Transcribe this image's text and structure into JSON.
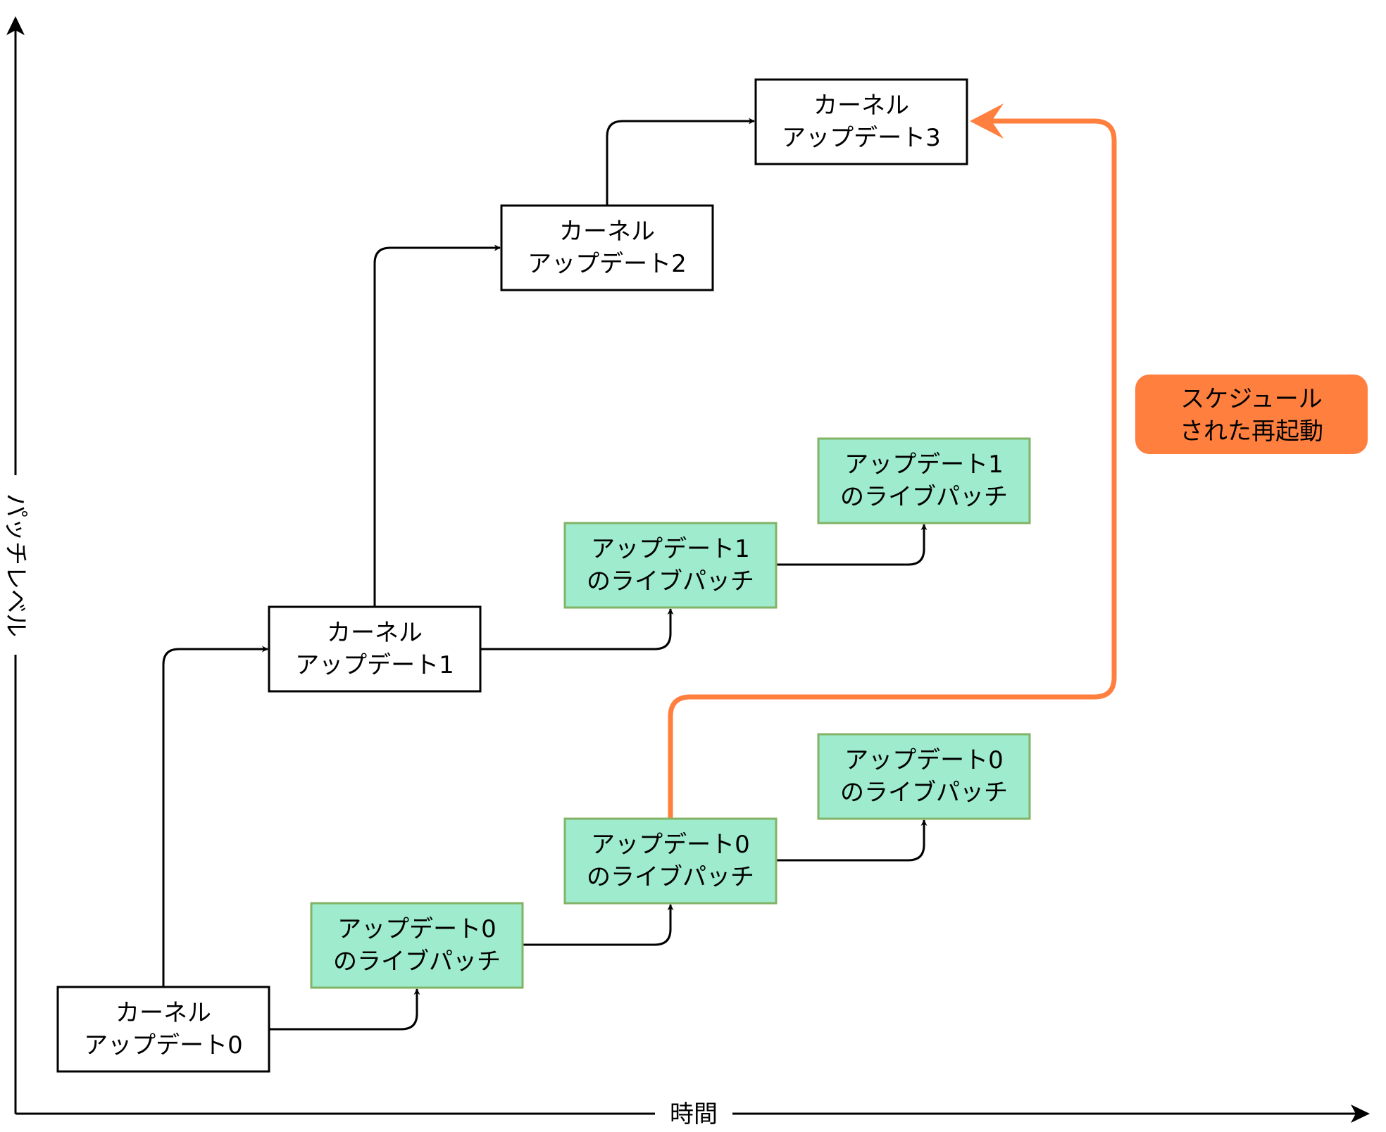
{
  "axes": {
    "x_label": "時間",
    "y_label": "パッチレベル"
  },
  "colors": {
    "kernel_fill": "#ffffff",
    "kernel_stroke": "#000000",
    "livepatch_fill": "#9eebcd",
    "livepatch_stroke": "#82b366",
    "reboot_accent": "#ff7f3f",
    "edge": "#000000"
  },
  "nodes": [
    {
      "id": "k0",
      "type": "kernel",
      "lines": [
        "カーネル",
        "アップデート0"
      ]
    },
    {
      "id": "k1",
      "type": "kernel",
      "lines": [
        "カーネル",
        "アップデート1"
      ]
    },
    {
      "id": "k2",
      "type": "kernel",
      "lines": [
        "カーネル",
        "アップデート2"
      ]
    },
    {
      "id": "k3",
      "type": "kernel",
      "lines": [
        "カーネル",
        "アップデート3"
      ]
    },
    {
      "id": "lp0a",
      "type": "livepatch",
      "lines": [
        "アップデート0",
        "のライブパッチ"
      ]
    },
    {
      "id": "lp0b",
      "type": "livepatch",
      "lines": [
        "アップデート0",
        "のライブパッチ"
      ]
    },
    {
      "id": "lp0c",
      "type": "livepatch",
      "lines": [
        "アップデート0",
        "のライブパッチ"
      ]
    },
    {
      "id": "lp1a",
      "type": "livepatch",
      "lines": [
        "アップデート1",
        "のライブパッチ"
      ]
    },
    {
      "id": "lp1b",
      "type": "livepatch",
      "lines": [
        "アップデート1",
        "のライブパッチ"
      ]
    }
  ],
  "edges": [
    {
      "from": "k0",
      "to": "k1",
      "style": "normal"
    },
    {
      "from": "k1",
      "to": "k2",
      "style": "normal"
    },
    {
      "from": "k2",
      "to": "k3",
      "style": "normal"
    },
    {
      "from": "k0",
      "to": "lp0a",
      "style": "normal"
    },
    {
      "from": "lp0a",
      "to": "lp0b",
      "style": "normal"
    },
    {
      "from": "lp0b",
      "to": "lp0c",
      "style": "normal"
    },
    {
      "from": "k1",
      "to": "lp1a",
      "style": "normal"
    },
    {
      "from": "lp1a",
      "to": "lp1b",
      "style": "normal"
    },
    {
      "from": "lp0b",
      "to": "k3",
      "style": "reboot"
    }
  ],
  "reboot_label": {
    "lines": [
      "スケジュール",
      "された再起動"
    ]
  }
}
